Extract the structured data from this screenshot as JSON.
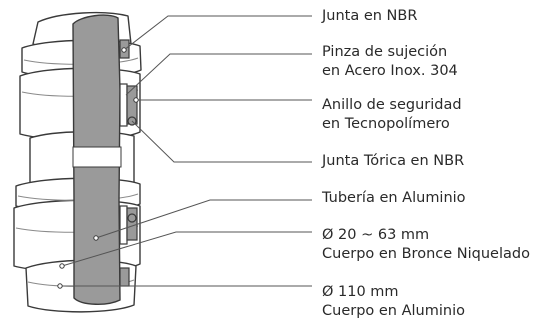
{
  "diagram": {
    "labels": [
      {
        "lines": [
          "Junta en NBR"
        ]
      },
      {
        "lines": [
          "Pinza de sujeción",
          "en Acero Inox. 304"
        ]
      },
      {
        "lines": [
          "Anillo de seguridad",
          "en Tecnopolímero"
        ]
      },
      {
        "lines": [
          "Junta Tórica en NBR"
        ]
      },
      {
        "lines": [
          "Tubería en Aluminio"
        ]
      },
      {
        "lines": [
          "Ø 20 ~ 63 mm",
          "Cuerpo en Bronce Niquelado"
        ]
      },
      {
        "lines": [
          "Ø 110 mm",
          "Cuerpo en Aluminio"
        ]
      }
    ],
    "colors": {
      "outline": "#3a3a3a",
      "pipe_fill": "#9a9a9a",
      "body_fill": "#ffffff",
      "leader": "#555555",
      "text": "#2a2a2a"
    }
  }
}
